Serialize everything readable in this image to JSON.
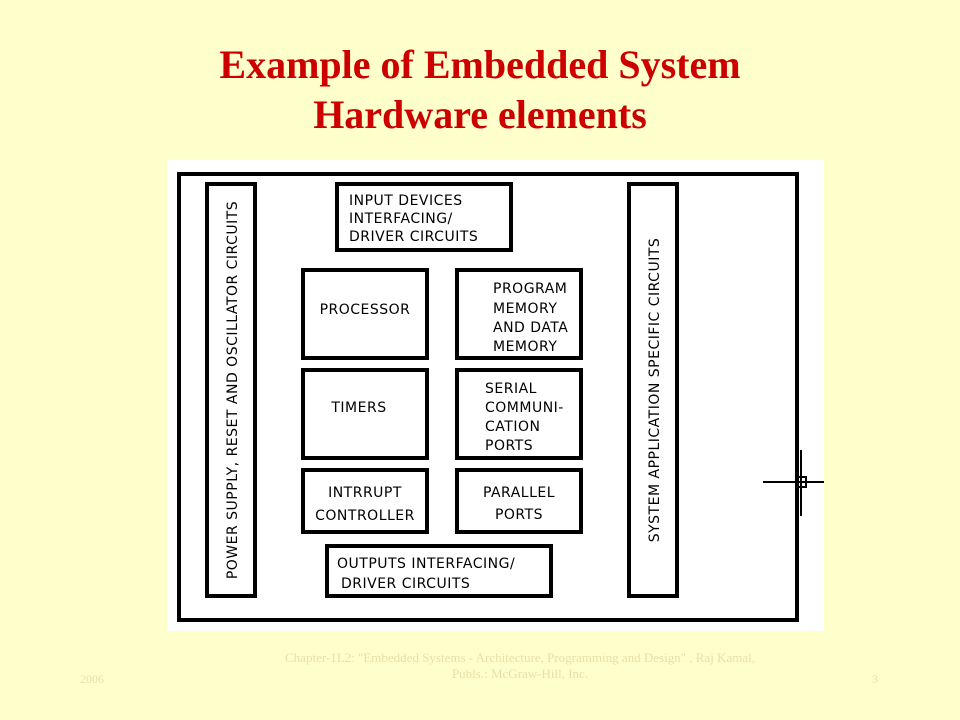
{
  "slide": {
    "title_line1": "Example of Embedded System",
    "title_line2": "Hardware elements",
    "title_color": "#cc0000",
    "background_color": "#ffffcc"
  },
  "diagram": {
    "left_panel": "POWER SUPPLY, RESET AND OSCILLATOR CIRCUITS",
    "right_panel": "SYSTEM APPLICATION SPECIFIC CIRCUITS",
    "input_devices": [
      "INPUT DEVICES",
      "INTERFACING/",
      "DRIVER CIRCUITS"
    ],
    "processor": [
      "PROCESSOR"
    ],
    "program_memory": [
      "PROGRAM",
      "MEMORY",
      "AND DATA",
      "MEMORY"
    ],
    "timers": [
      "TIMERS"
    ],
    "serial_ports": [
      "SERIAL",
      "COMMUNI-",
      "CATION",
      "PORTS"
    ],
    "interrupt_controller": [
      "INTRRUPT",
      "CONTROLLER"
    ],
    "parallel_ports": [
      "PARALLEL",
      "PORTS"
    ],
    "outputs": [
      "OUTPUTS INTERFACING/",
      "DRIVER CIRCUITS"
    ]
  },
  "footer": {
    "left": "2006",
    "center": "Chapter-1L2: \"Embedded Systems - Architecture, Programming and Design\" , Raj Kamal, Publs.: McGraw-Hill, Inc.",
    "right": "3"
  }
}
